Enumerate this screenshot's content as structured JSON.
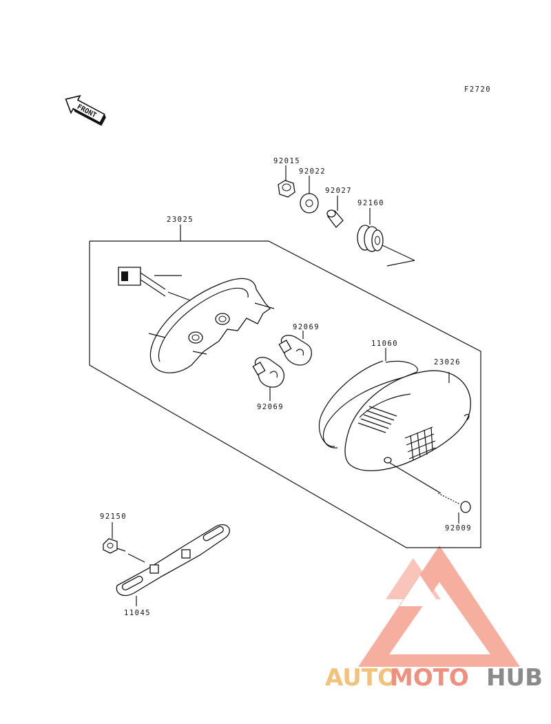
{
  "figure_code": "F2720",
  "front_label": "FRONT",
  "parts": {
    "p92015": "92015",
    "p92022": "92022",
    "p92027": "92027",
    "p92160": "92160",
    "p23025": "23025",
    "p92069_top": "92069",
    "p92069_bottom": "92069",
    "p11060": "11060",
    "p23026": "23026",
    "p92009": "92009",
    "p92150": "92150",
    "p11045": "11045"
  },
  "watermark": {
    "part1": "AUTO",
    "part2": "MOTO",
    "part3": "HUB",
    "colors": {
      "auto": "#f2c27a",
      "moto": "#ef8f7d",
      "hub": "#8a8a8a",
      "logo": "#f5a08f"
    }
  }
}
